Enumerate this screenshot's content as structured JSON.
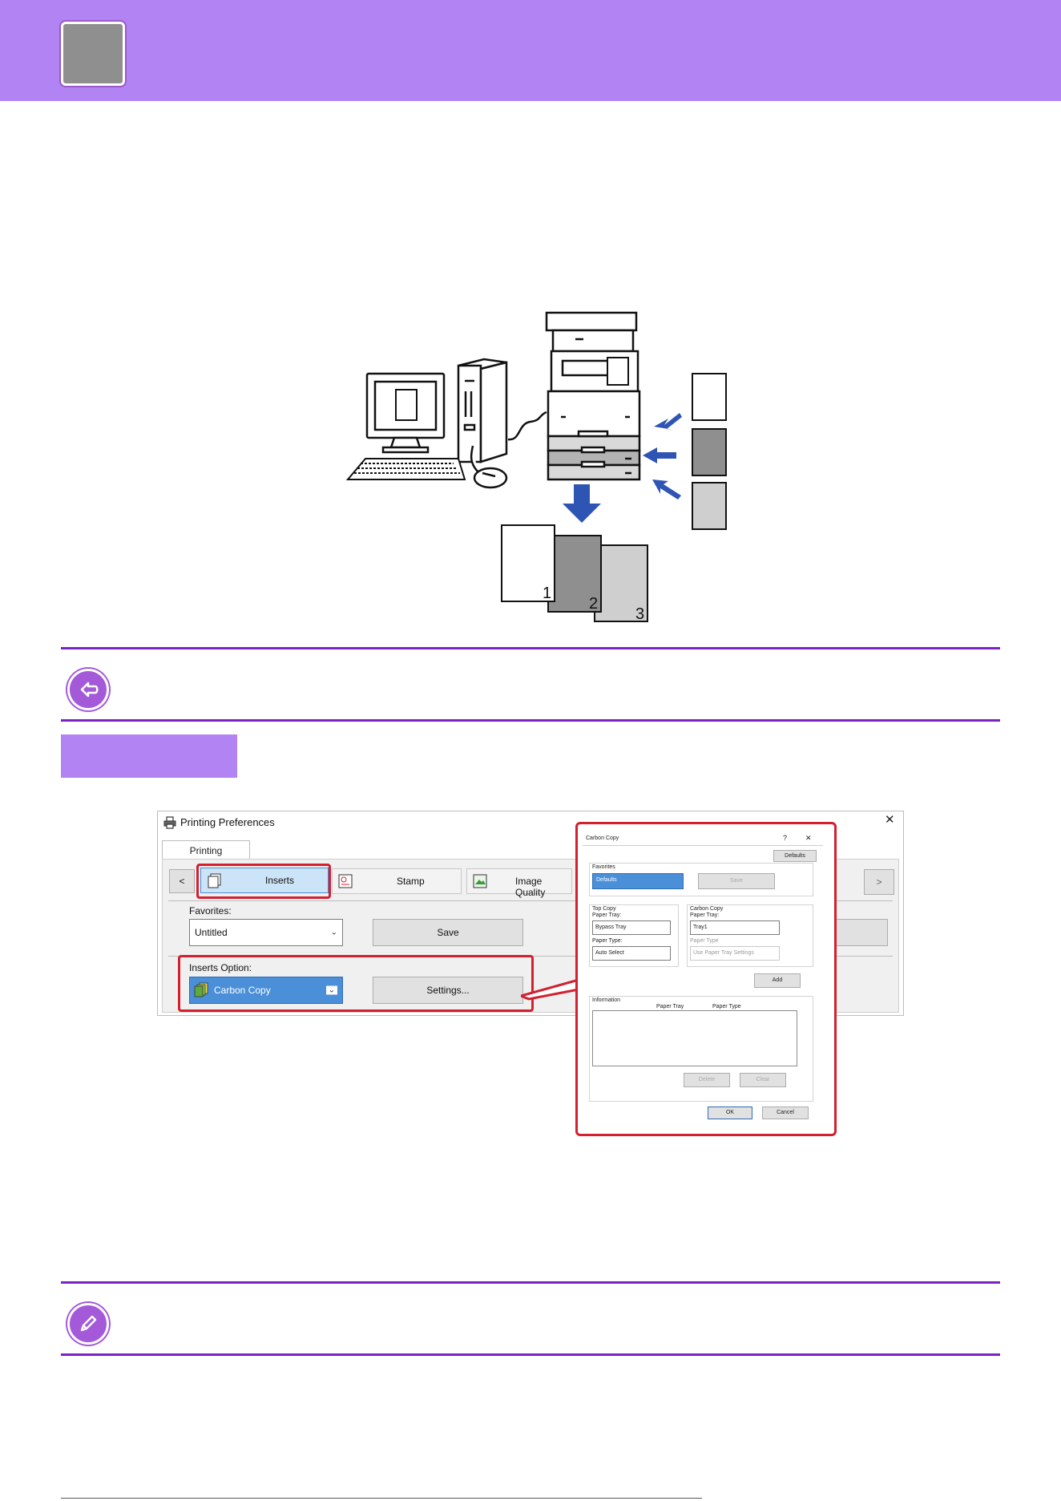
{
  "dialog": {
    "window_title": "Printing Preferences",
    "tab_label": "Printing Preferences",
    "features": [
      "Inserts",
      "Stamp",
      "Image Quality"
    ],
    "prev_arrow": "<",
    "next_arrow": ">",
    "close_glyph": "✕",
    "favorites_label": "Favorites:",
    "favorites_value": "Untitled",
    "save_label": "Save",
    "inserts_option_label": "Inserts Option:",
    "inserts_option_value": "Carbon Copy",
    "settings_label": "Settings..."
  },
  "carbon_copy": {
    "title": "Carbon Copy",
    "help_glyph": "?",
    "close_glyph": "✕",
    "defaults_button": "Defaults",
    "favorites_label": "Favorites",
    "favorites_value": "Defaults",
    "save_button": "Save",
    "top_copy_label": "Top Copy",
    "top_paper_tray_label": "Paper Tray:",
    "top_paper_tray_value": "Bypass Tray",
    "top_paper_type_label": "Paper Type:",
    "top_paper_type_value": "Auto Select",
    "carbon_copy_label": "Carbon Copy",
    "cc_paper_tray_label": "Paper Tray:",
    "cc_paper_tray_value": "Tray1",
    "cc_paper_type_label": "Paper Type",
    "cc_paper_type_value": "Use Paper Tray Settings",
    "add_button": "Add",
    "information_label": "Information",
    "col_paper_tray": "Paper Tray",
    "col_paper_type": "Paper Type",
    "delete_button": "Delete",
    "clear_button": "Clear",
    "ok_button": "OK",
    "cancel_button": "Cancel"
  },
  "illustration": {
    "page_numbers": [
      "1",
      "2",
      "3"
    ]
  },
  "colors": {
    "accent_purple": "#b283f3",
    "rule_purple": "#7b22c4",
    "highlight_red": "#d2202f",
    "arrow_blue": "#2f55b4"
  },
  "icons": {
    "back": "return-arrow-icon",
    "note": "pencil-icon"
  }
}
